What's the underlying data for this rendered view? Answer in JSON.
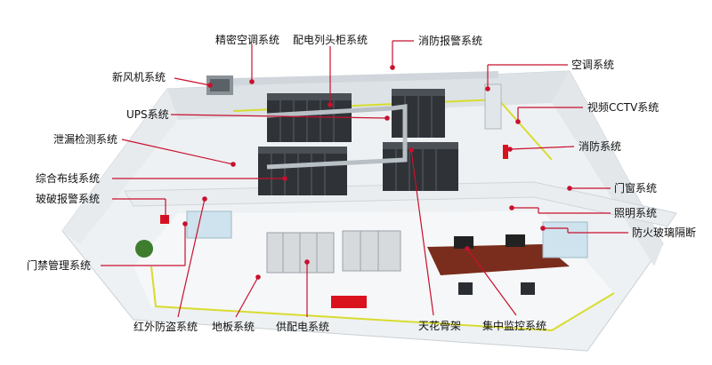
{
  "labels": {
    "precision_ac": "精密空调系统",
    "distribution_cabinet": "配电列头柜系统",
    "fire_alarm": "消防报警系统",
    "fresh_air": "新风机系统",
    "air_conditioning": "空调系统",
    "ups": "UPS系统",
    "cctv": "视频CCTV系统",
    "leak_detection": "泄漏检测系统",
    "fire_fighting": "消防系统",
    "cabling": "综合布线系统",
    "doors_windows": "门窗系统",
    "glass_break_alarm": "玻破报警系统",
    "lighting": "照明系统",
    "fire_glass_partition": "防火玻璃隔断",
    "access_control": "门禁管理系统",
    "infrared_security": "红外防盗系统",
    "floor": "地板系统",
    "power_supply": "供配电系统",
    "ceiling_frame": "天花骨架",
    "central_monitoring": "集中监控系统"
  },
  "colors": {
    "leader_line": "#c8102e",
    "dot": "#c8102e",
    "floor": "#f2f4f5",
    "wall": "#e4e8eb",
    "rack": "#2f3337",
    "floor_border": "#d8dc2e",
    "desk": "#7a2d1c",
    "mat": "#d9121e"
  }
}
